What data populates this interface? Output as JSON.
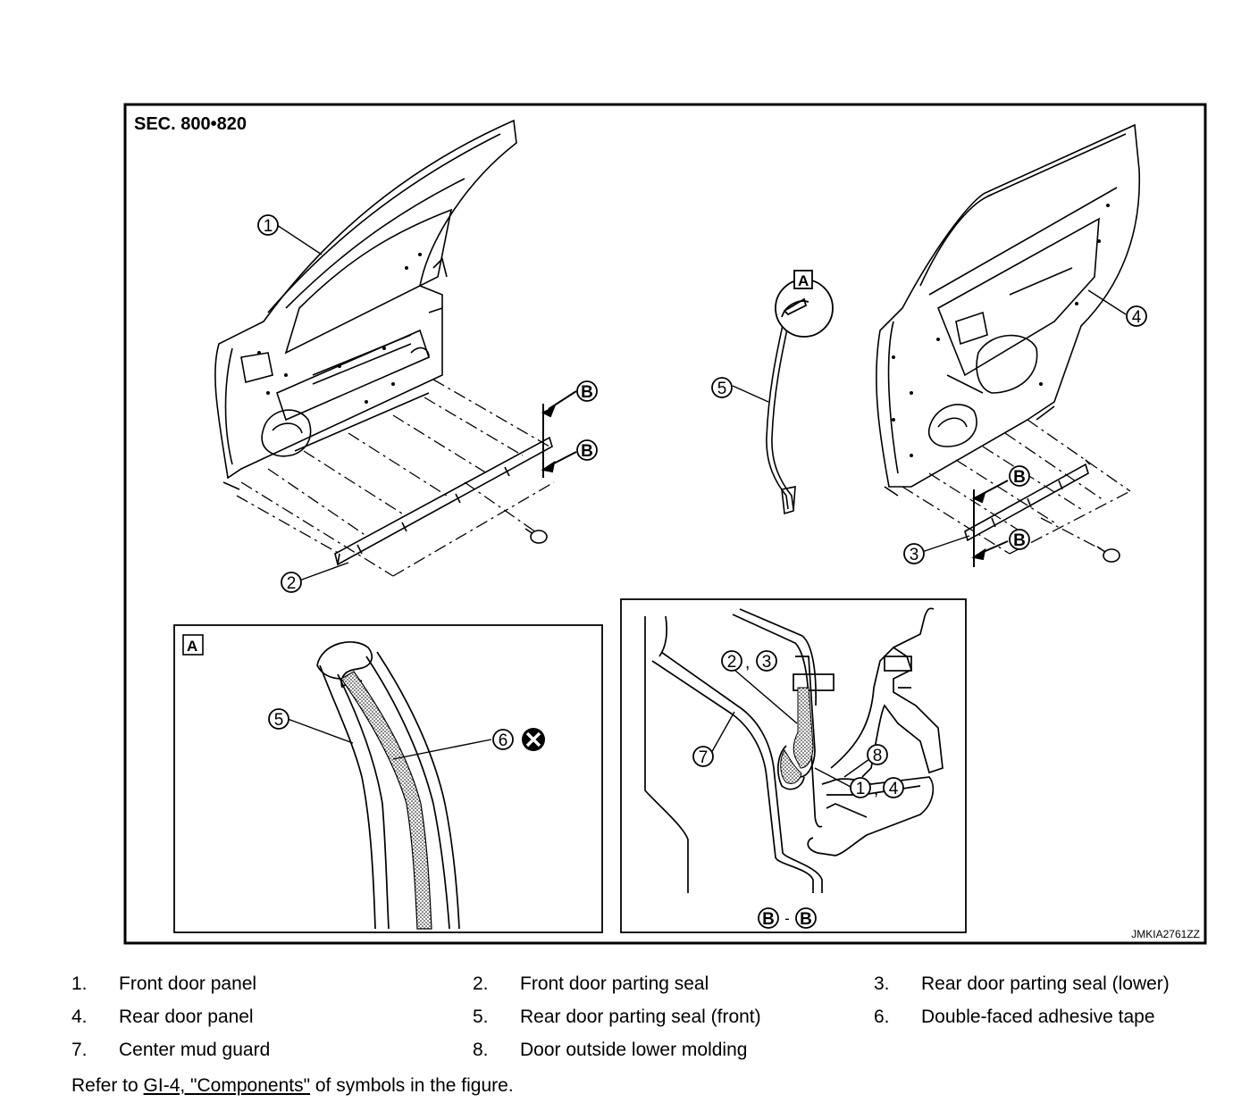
{
  "figure": {
    "section_label": "SEC. 800•820",
    "figure_code": "JMKIA2761ZZ",
    "view_a_label": "A",
    "section_b_label": "B",
    "section_b_separator": "-",
    "callouts": [
      "1",
      "2",
      "3",
      "4",
      "5",
      "6",
      "7",
      "8"
    ],
    "comma": ","
  },
  "legend": {
    "items": [
      {
        "num": "1.",
        "label": "Front door panel"
      },
      {
        "num": "2.",
        "label": "Front door parting seal"
      },
      {
        "num": "3.",
        "label": "Rear door parting seal (lower)"
      },
      {
        "num": "4.",
        "label": "Rear door panel"
      },
      {
        "num": "5.",
        "label": "Rear door parting seal (front)"
      },
      {
        "num": "6.",
        "label": "Double-faced adhesive tape"
      },
      {
        "num": "7.",
        "label": "Center mud guard"
      },
      {
        "num": "8.",
        "label": "Door outside lower molding"
      }
    ]
  },
  "footnote": {
    "prefix": "Refer to ",
    "link": "GI-4, \"Components\"",
    "suffix": " of symbols in the figure."
  }
}
